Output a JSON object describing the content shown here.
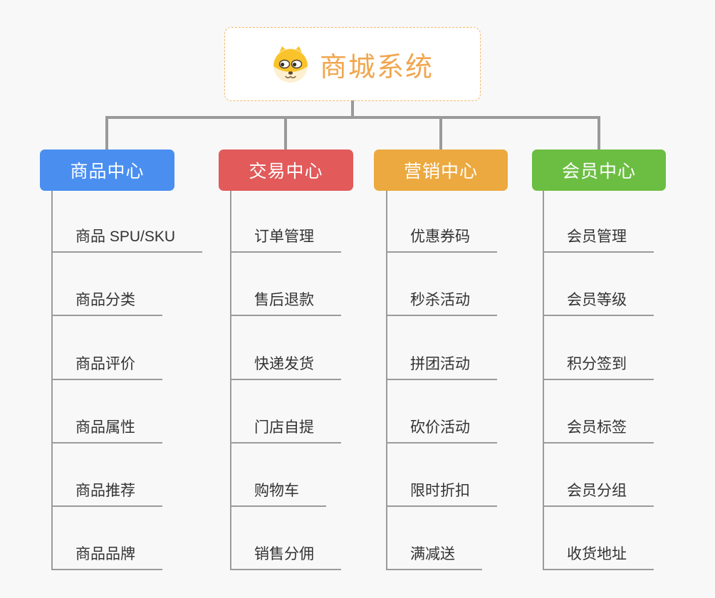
{
  "root": {
    "title": "商城系统",
    "title_color": "#f0a64e",
    "border_color": "#f4b96a",
    "icon": "dog-icon"
  },
  "palette": {
    "background": "#f8f8f8",
    "connector_gray": "#9a9a9a",
    "item_text": "#333333"
  },
  "branches": [
    {
      "label": "商品中心",
      "color": "#4a8ff0",
      "items": [
        "商品 SPU/SKU",
        "商品分类",
        "商品评价",
        "商品属性",
        "商品推荐",
        "商品品牌"
      ]
    },
    {
      "label": "交易中心",
      "color": "#e25a5a",
      "items": [
        "订单管理",
        "售后退款",
        "快递发货",
        "门店自提",
        "购物车",
        "销售分佣"
      ]
    },
    {
      "label": "营销中心",
      "color": "#eca93f",
      "items": [
        "优惠券码",
        "秒杀活动",
        "拼团活动",
        "砍价活动",
        "限时折扣",
        "满减送"
      ]
    },
    {
      "label": "会员中心",
      "color": "#6cbe42",
      "items": [
        "会员管理",
        "会员等级",
        "积分签到",
        "会员标签",
        "会员分组",
        "收货地址"
      ]
    }
  ]
}
